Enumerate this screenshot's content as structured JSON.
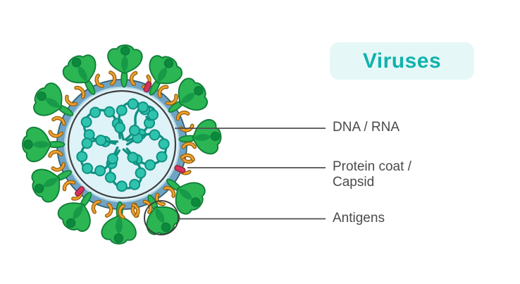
{
  "title": {
    "label": "Viruses"
  },
  "annotations": {
    "dna_rna": {
      "label": "DNA / RNA"
    },
    "protein_coat": {
      "label_line1": "Protein coat /",
      "label_line2": "Capsid"
    },
    "antigens": {
      "label": "Antigens"
    }
  },
  "colors": {
    "accent_teal": "#12b2ae",
    "title_pill_bg": "#e5f8f7",
    "label_text": "#4a4a4a",
    "leader_line": "#4f4f4f",
    "membrane_band": "#6fa3c4",
    "membrane_edge": "#2f6076",
    "membrane_inner_line": "#b5d7e4",
    "virus_interior": "#def3f8",
    "capsid_outline": "#3f3f3f",
    "spike_green": "#2cb553",
    "spike_green_dark": "#0e7c37",
    "spike_green_mid": "#169a48",
    "spike_ball": "#0b8a3e",
    "glycoprotein_orange": "#f2a02d",
    "glycoprotein_orange_dark": "#90610f",
    "marker_red": "#d5335b",
    "marker_red_dark": "#93203c",
    "rna_bead": "#2fc3ae",
    "rna_strand": "#0f9181",
    "background": "#ffffff"
  }
}
